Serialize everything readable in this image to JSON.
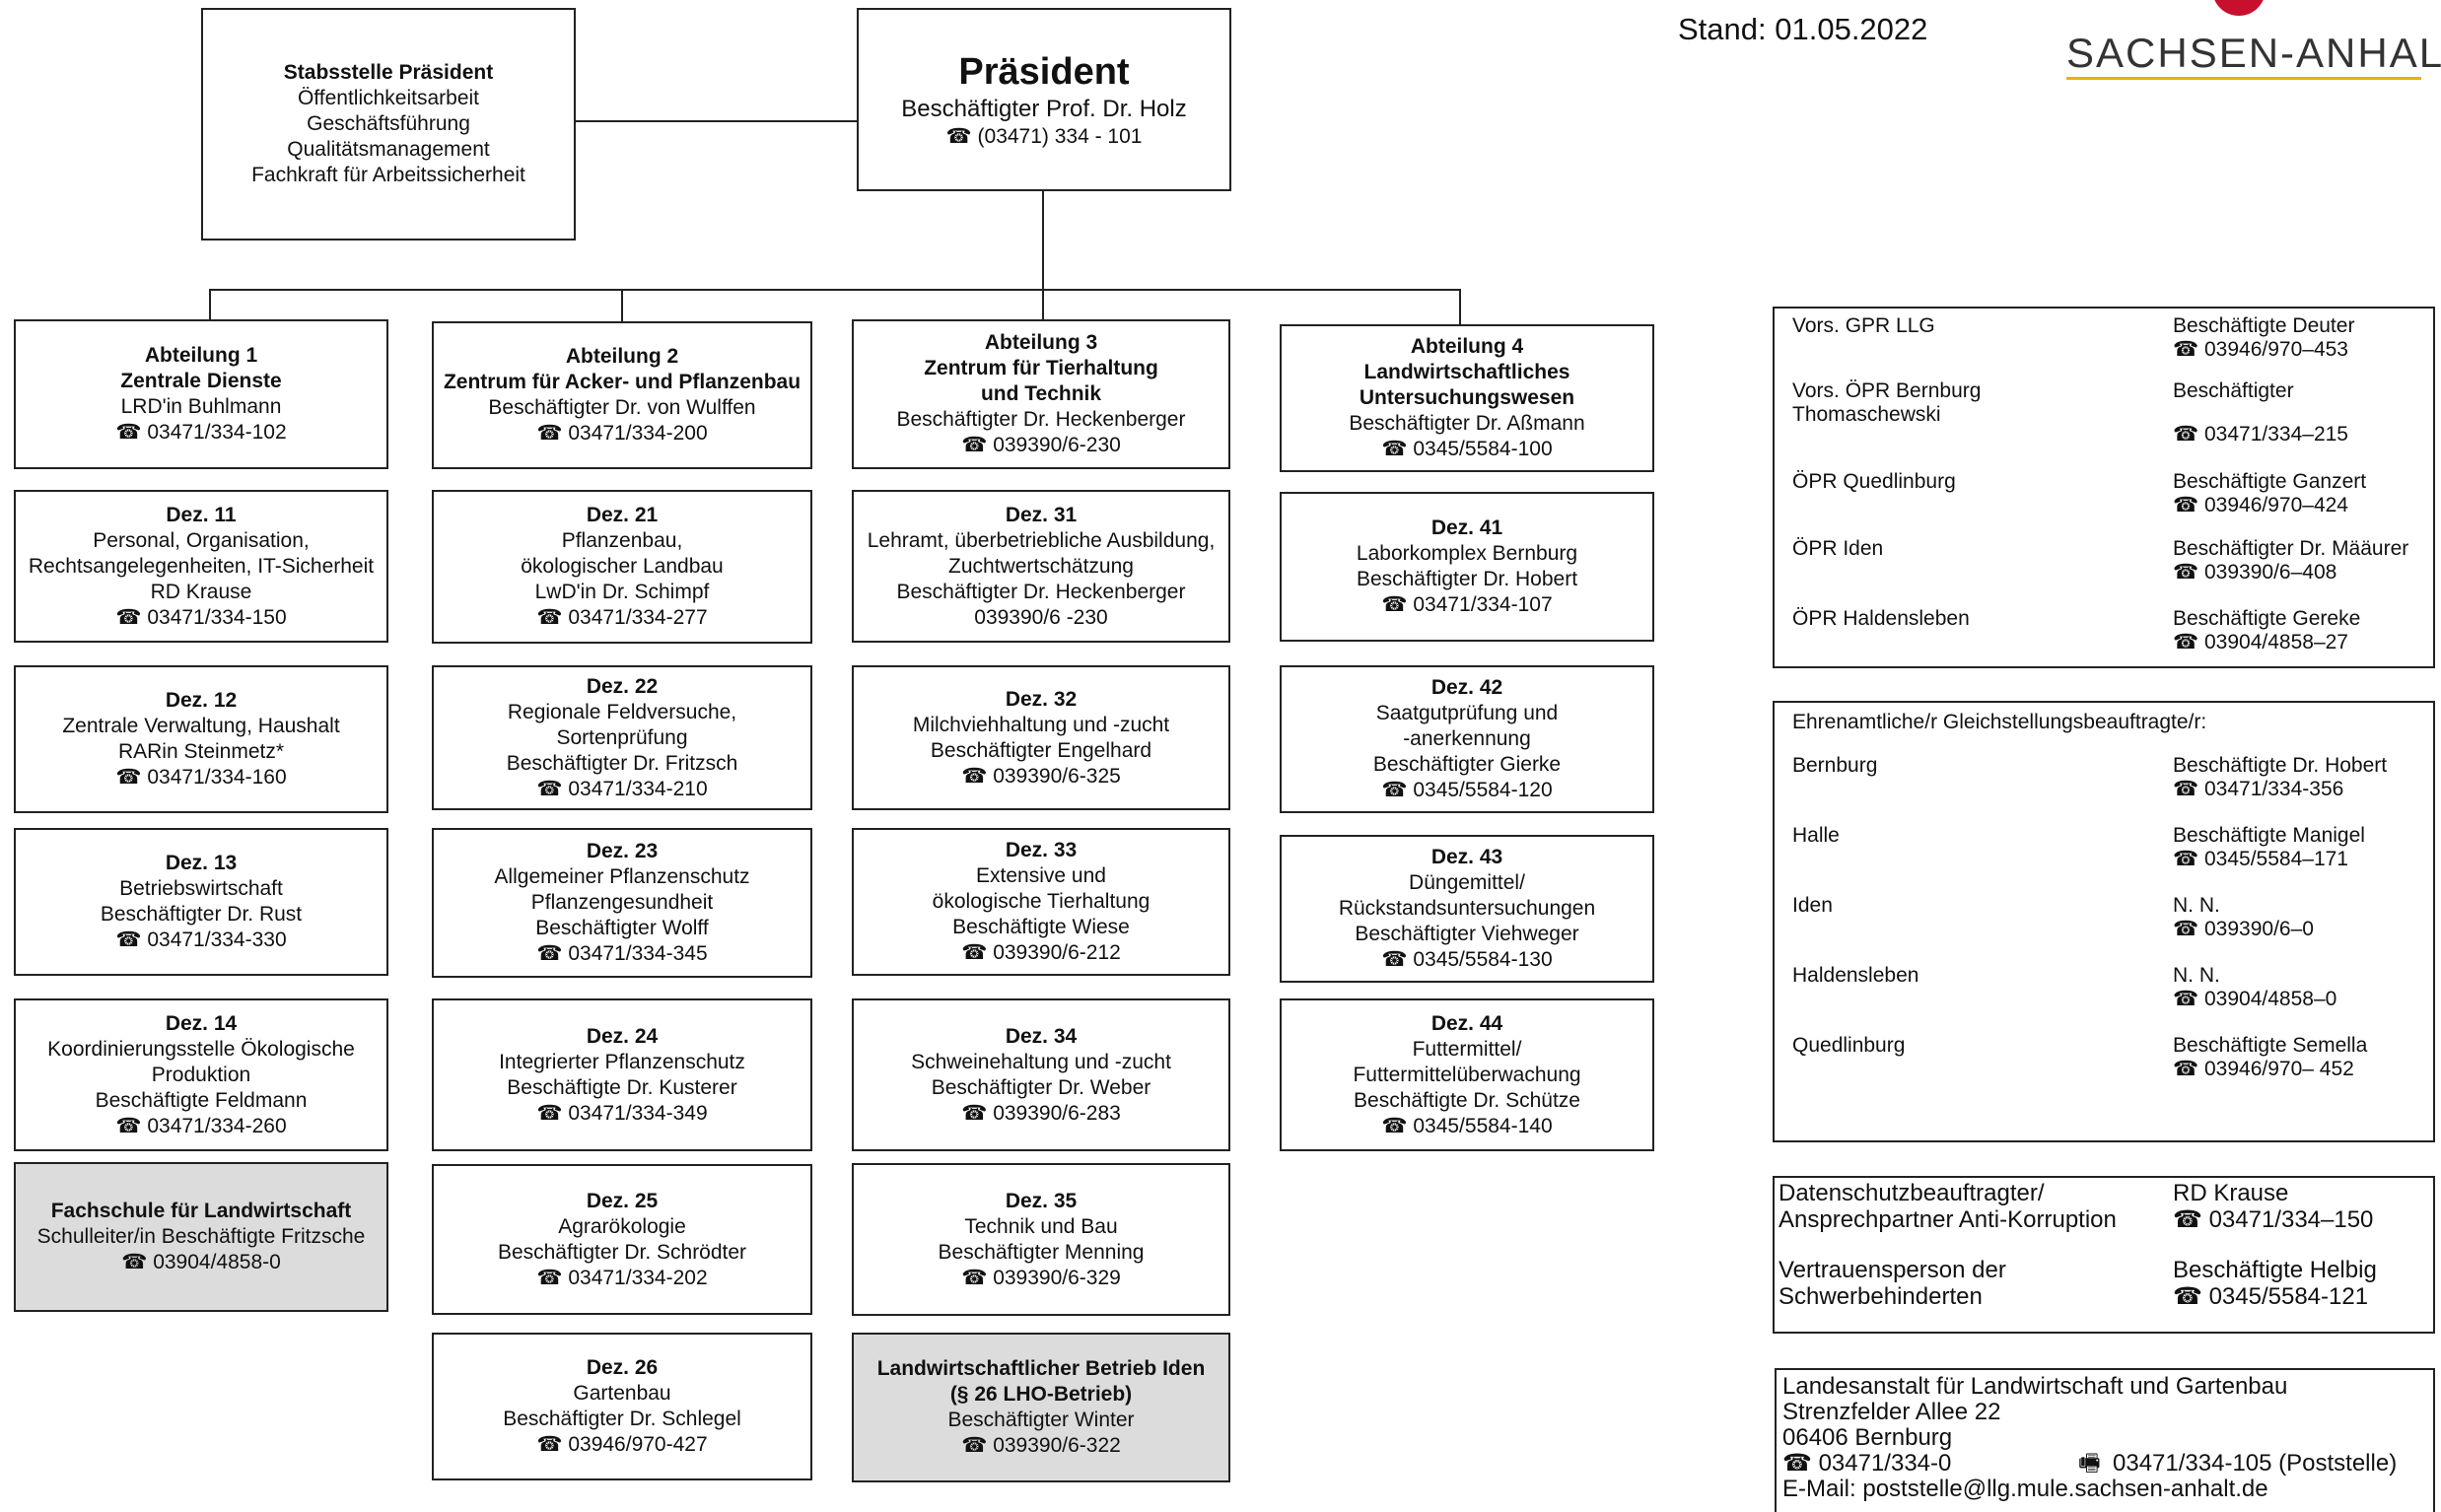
{
  "stand": "Stand: 01.05.2022",
  "logo": {
    "text": "SACHSEN-ANHALT",
    "color": "#c8102e",
    "underline_color": "#e8b400"
  },
  "stabsstelle": {
    "title": "Stabsstelle Präsident",
    "lines": [
      "Öffentlichkeitsarbeit",
      "Geschäftsführung",
      "Qualitätsmanagement",
      "Fachkraft für Arbeitssicherheit"
    ]
  },
  "president": {
    "title": "Präsident",
    "name": "Beschäftigter Prof. Dr. Holz",
    "phone": "(03471) 334 - 101"
  },
  "abteilungen": [
    {
      "head": {
        "title": "Abteilung 1",
        "subtitle": "Zentrale Dienste",
        "name": "LRD'in Buhlmann",
        "phone": "03471/334-102"
      },
      "units": [
        {
          "title": "Dez. 11",
          "lines": [
            "Personal, Organisation,",
            "Rechtsangelegenheiten, IT-Sicherheit",
            "RD Krause"
          ],
          "phone": "03471/334-150"
        },
        {
          "title": "Dez. 12",
          "lines": [
            "Zentrale Verwaltung, Haushalt",
            "RARin Steinmetz*"
          ],
          "phone": "03471/334-160"
        },
        {
          "title": "Dez. 13",
          "lines": [
            "Betriebswirtschaft",
            "Beschäftigter Dr. Rust"
          ],
          "phone": "03471/334-330"
        },
        {
          "title": "Dez. 14",
          "lines": [
            "Koordinierungsstelle Ökologische",
            "Produktion",
            "Beschäftigte Feldmann"
          ],
          "phone": "03471/334-260"
        },
        {
          "title": "Fachschule für Landwirtschaft",
          "lines": [
            "Schulleiter/in Beschäftigte Fritzsche"
          ],
          "phone": "03904/4858-0",
          "grey": true
        }
      ]
    },
    {
      "head": {
        "title": "Abteilung 2",
        "subtitle": "Zentrum für Acker- und Pflanzenbau",
        "name": "Beschäftigter Dr. von Wulffen",
        "phone": "03471/334-200"
      },
      "units": [
        {
          "title": "Dez. 21",
          "lines": [
            "Pflanzenbau,",
            "ökologischer Landbau",
            "LwD'in Dr. Schimpf"
          ],
          "phone": "03471/334-277"
        },
        {
          "title": "Dez. 22",
          "lines": [
            "Regionale Feldversuche,",
            "Sortenprüfung",
            "Beschäftigter Dr. Fritzsch"
          ],
          "phone": "03471/334-210"
        },
        {
          "title": "Dez. 23",
          "lines": [
            "Allgemeiner Pflanzenschutz",
            "Pflanzengesundheit",
            "Beschäftigter Wolff"
          ],
          "phone": "03471/334-345"
        },
        {
          "title": "Dez. 24",
          "lines": [
            "Integrierter Pflanzenschutz",
            "Beschäftigte Dr. Kusterer"
          ],
          "phone": "03471/334-349"
        },
        {
          "title": "Dez. 25",
          "lines": [
            "Agrarökologie",
            "Beschäftigter Dr. Schrödter"
          ],
          "phone": "03471/334-202"
        },
        {
          "title": "Dez. 26",
          "lines": [
            "Gartenbau",
            "Beschäftigter Dr. Schlegel"
          ],
          "phone": "03946/970-427"
        }
      ]
    },
    {
      "head": {
        "title": "Abteilung 3",
        "subtitle": "Zentrum für Tierhaltung",
        "subtitle2": "und Technik",
        "name": "Beschäftigter Dr. Heckenberger",
        "phone": "039390/6-230"
      },
      "units": [
        {
          "title": "Dez. 31",
          "lines": [
            "Lehramt, überbetriebliche Ausbildung,",
            "Zuchtwertschätzung",
            "Beschäftigter Dr. Heckenberger",
            "039390/6 -230"
          ],
          "phone": ""
        },
        {
          "title": "Dez. 32",
          "lines": [
            "Milchviehhaltung und -zucht",
            "Beschäftigter Engelhard"
          ],
          "phone": "039390/6-325"
        },
        {
          "title": "Dez. 33",
          "lines": [
            "Extensive und",
            "ökologische Tierhaltung",
            "Beschäftigte Wiese"
          ],
          "phone": "039390/6-212"
        },
        {
          "title": "Dez. 34",
          "lines": [
            "Schweinehaltung und -zucht",
            "Beschäftigter Dr. Weber"
          ],
          "phone": "039390/6-283"
        },
        {
          "title": "Dez. 35",
          "lines": [
            "Technik und Bau",
            "Beschäftigter Menning"
          ],
          "phone": "039390/6-329"
        },
        {
          "title": "Landwirtschaftlicher Betrieb Iden",
          "title2": "(§ 26 LHO-Betrieb)",
          "lines": [
            "Beschäftigter Winter"
          ],
          "phone": "039390/6-322",
          "grey": true
        }
      ]
    },
    {
      "head": {
        "title": "Abteilung 4",
        "subtitle": "Landwirtschaftliches",
        "subtitle2": "Untersuchungswesen",
        "name": "Beschäftigter Dr. Aßmann",
        "phone": "0345/5584-100"
      },
      "units": [
        {
          "title": "Dez. 41",
          "lines": [
            "Laborkomplex Bernburg",
            "Beschäftigter Dr. Hobert"
          ],
          "phone": "03471/334-107"
        },
        {
          "title": "Dez. 42",
          "lines": [
            "Saatgutprüfung und",
            "-anerkennung",
            "Beschäftigter Gierke"
          ],
          "phone": "0345/5584-120"
        },
        {
          "title": "Dez. 43",
          "lines": [
            "Düngemittel/",
            "Rückstandsuntersuchungen",
            "Beschäftigter Viehweger"
          ],
          "phone": "0345/5584-130"
        },
        {
          "title": "Dez. 44",
          "lines": [
            "Futtermittel/",
            "Futtermittelüberwachung",
            "Beschäftigte Dr. Schütze"
          ],
          "phone": "0345/5584-140"
        }
      ]
    }
  ],
  "personalrat": [
    {
      "label": [
        "Vors. GPR LLG"
      ],
      "name": "Beschäftigte Deuter",
      "phone": "03946/970–453"
    },
    {
      "label": [
        "Vors. ÖPR Bernburg",
        "Thomaschewski"
      ],
      "name": "Beschäftigter",
      "phone": "03471/334–215"
    },
    {
      "label": [
        "ÖPR Quedlinburg"
      ],
      "name": "Beschäftigte Ganzert",
      "phone": "03946/970–424"
    },
    {
      "label": [
        "ÖPR Iden"
      ],
      "name": "Beschäftigter Dr. Määurer",
      "phone": "039390/6–408"
    },
    {
      "label": [
        "ÖPR Haldensleben"
      ],
      "name": "Beschäftigte Gereke",
      "phone": "03904/4858–27"
    }
  ],
  "gleichstellung": {
    "title": "Ehrenamtliche/r Gleichstellungsbeauftragte/r:",
    "rows": [
      {
        "place": "Bernburg",
        "name": "Beschäftigte Dr. Hobert",
        "phone": "03471/334-356"
      },
      {
        "place": "Halle",
        "name": "Beschäftigte Manigel",
        "phone": "0345/5584–171"
      },
      {
        "place": "Iden",
        "name": "N. N.",
        "phone": "039390/6–0"
      },
      {
        "place": "Haldensleben",
        "name": "N. N.",
        "phone": "03904/4858–0"
      },
      {
        "place": "Quedlinburg",
        "name": "Beschäftigte Semella",
        "phone": "03946/970– 452"
      }
    ]
  },
  "beauftragte": [
    {
      "label": [
        "Datenschutzbeauftragter/",
        "Ansprechpartner Anti-Korruption"
      ],
      "name": "RD Krause",
      "phone": "03471/334–150"
    },
    {
      "label": [
        "Vertrauensperson der",
        "Schwerbehinderten"
      ],
      "name": "Beschäftigte Helbig",
      "phone": "0345/5584-121"
    }
  ],
  "address": {
    "org": "Landesanstalt für Landwirtschaft und Gartenbau",
    "street": "Strenzfelder Allee 22",
    "city": "06406 Bernburg",
    "phone": "03471/334-0",
    "fax": "03471/334-105 (Poststelle)",
    "email": "E-Mail: poststelle@llg.mule.sachsen-anhalt.de"
  }
}
